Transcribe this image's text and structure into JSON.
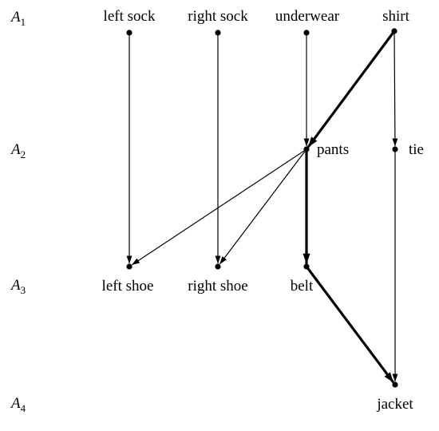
{
  "levels": [
    {
      "letter": "A",
      "index": "1"
    },
    {
      "letter": "A",
      "index": "2"
    },
    {
      "letter": "A",
      "index": "3"
    },
    {
      "letter": "A",
      "index": "4"
    }
  ],
  "nodes": {
    "left_sock": "left sock",
    "right_sock": "right sock",
    "underwear": "underwear",
    "shirt": "shirt",
    "pants": "pants",
    "tie": "tie",
    "left_shoe": "left shoe",
    "right_shoe": "right shoe",
    "belt": "belt",
    "jacket": "jacket"
  },
  "edges": [
    {
      "from": "left_sock",
      "to": "left_shoe",
      "bold": false
    },
    {
      "from": "right_sock",
      "to": "right_shoe",
      "bold": false
    },
    {
      "from": "underwear",
      "to": "pants",
      "bold": false
    },
    {
      "from": "shirt",
      "to": "pants",
      "bold": true
    },
    {
      "from": "shirt",
      "to": "tie",
      "bold": false
    },
    {
      "from": "pants",
      "to": "left_shoe",
      "bold": false
    },
    {
      "from": "pants",
      "to": "right_shoe",
      "bold": false
    },
    {
      "from": "pants",
      "to": "belt",
      "bold": true
    },
    {
      "from": "belt",
      "to": "jacket",
      "bold": true
    },
    {
      "from": "tie",
      "to": "jacket",
      "bold": false
    }
  ],
  "colors": {
    "ink": "#000000",
    "background": "#ffffff"
  }
}
